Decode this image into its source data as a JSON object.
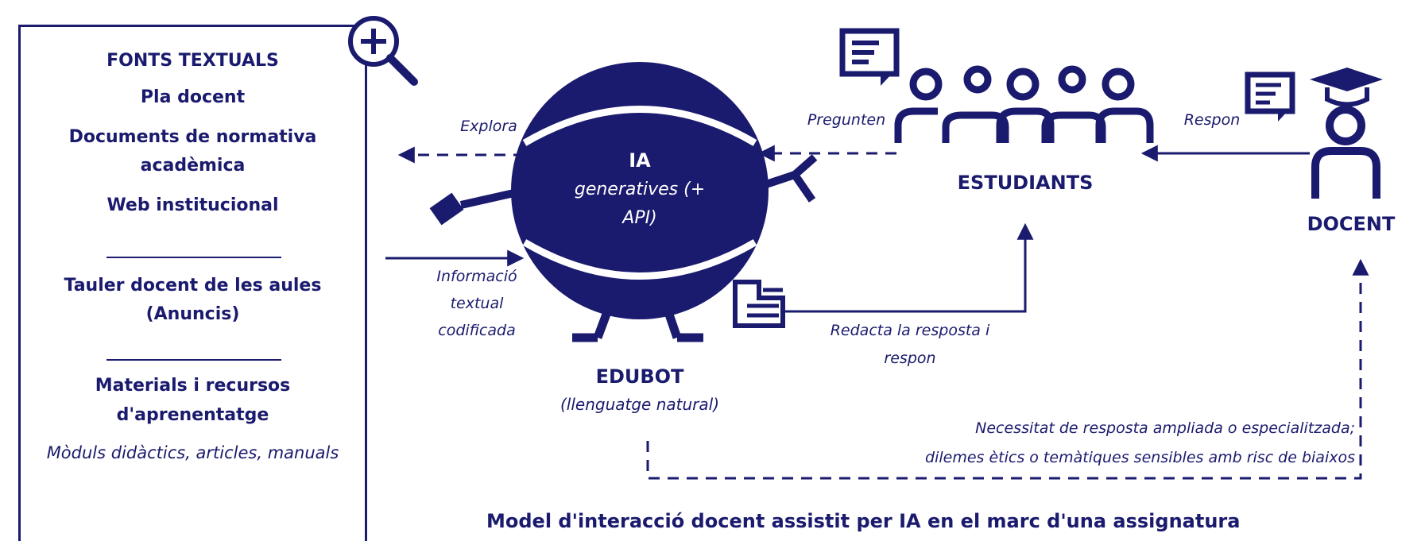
{
  "colors": {
    "primary": "#1a1a6e",
    "background": "#ffffff"
  },
  "sources": {
    "heading": "FONTS TEXTUALS",
    "item1": "Pla docent",
    "item2_line1": "Documents de normativa",
    "item2_line2": "acadèmica",
    "item3": "Web institucional",
    "separator1": "_____________",
    "item4_line1": "Tauler docent de les aules",
    "item4_line2": "(Anuncis)",
    "separator2": "_____________",
    "item5_line1": "Materials i recursos",
    "item5_line2": "d'aprenentatge",
    "item5_sub": "Mòduls didàctics, articles, manuals"
  },
  "bot": {
    "body_title": "IA",
    "body_line1": "generatives (+",
    "body_line2": "API)",
    "name": "EDUBOT",
    "subtitle": "(llenguatge natural)"
  },
  "nodes": {
    "students": "ESTUDIANTS",
    "teacher": "DOCENT"
  },
  "edges": {
    "explora": "Explora",
    "info_line1": "Informació",
    "info_line2": "textual",
    "info_line3": "codificada",
    "pregunten": "Pregunten",
    "respon": "Respon",
    "redacta_line1": "Redacta la resposta i",
    "redacta_line2": "respon",
    "need_line1": "Necessitat de resposta ampliada o especialitzada;",
    "need_line2": "dilemes ètics o temàtiques sensibles amb risc de biaixos"
  },
  "caption": "Model d'interacció docent assistit per IA en el marc d'una assignatura",
  "icons": [
    "magnifier-plus-icon",
    "speech-bubble-icon",
    "students-group-icon",
    "teacher-icon",
    "graduation-cap-icon",
    "document-icon"
  ]
}
